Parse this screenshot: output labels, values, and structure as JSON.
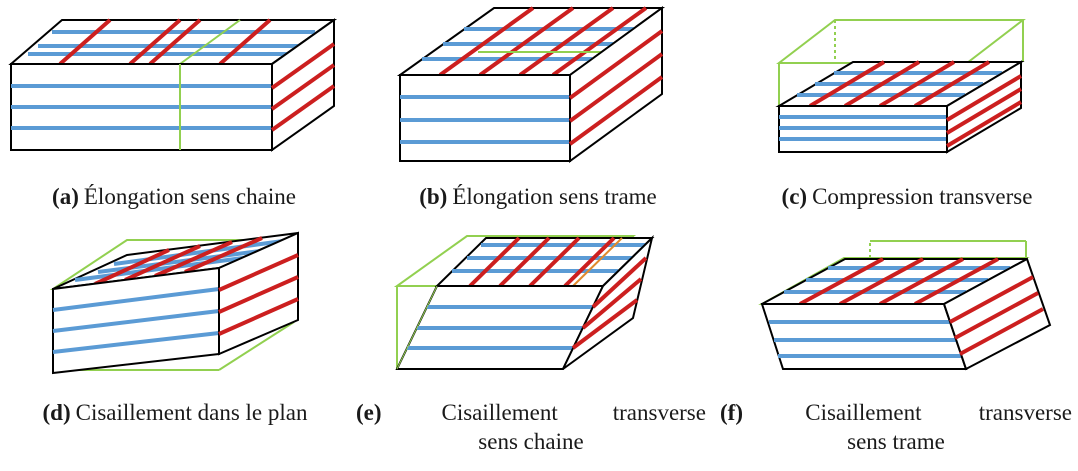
{
  "panels": [
    {
      "label": "(a)",
      "caption": "Élongation sens chaine"
    },
    {
      "label": "(b)",
      "caption": "Élongation sens trame"
    },
    {
      "label": "(c)",
      "caption": "Compression transverse"
    },
    {
      "label": "(d)",
      "caption": "Cisaillement dans le plan"
    },
    {
      "label": "(e)",
      "caption_words": [
        "Cisaillement",
        "transverse"
      ],
      "caption_line2": "sens chaine"
    },
    {
      "label": "(f)",
      "caption_words": [
        "Cisaillement",
        "transverse"
      ],
      "caption_line2": "sens trame"
    }
  ],
  "colors": {
    "outline": "#000000",
    "warp_top": "#cc1f1f",
    "weft": "#5b9bd5",
    "reference": "#92d050",
    "accent": "#e08a2c"
  }
}
